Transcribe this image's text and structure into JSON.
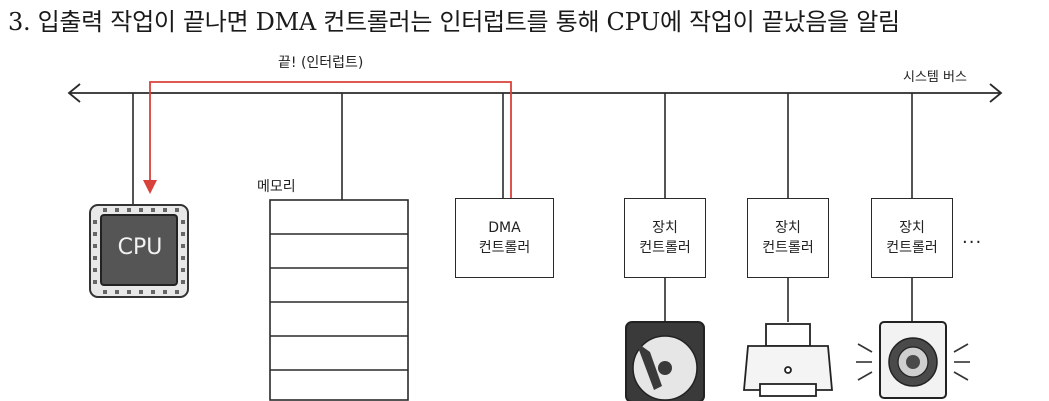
{
  "caption": "3. 입출력 작업이 끝나면 DMA 컨트롤러는 인터럽트를 통해 CPU에 작업이 끝났음을 알림",
  "interrupt_label": "끝! (인터럽트)",
  "bus_label": "시스템 버스",
  "cpu_label": "CPU",
  "memory_label": "메모리",
  "dma": {
    "line1": "DMA",
    "line2": "컨트롤러"
  },
  "device_controllers": [
    {
      "line1": "장치",
      "line2": "컨트롤러",
      "device_icon": "hard-disk-icon"
    },
    {
      "line1": "장치",
      "line2": "컨트롤러",
      "device_icon": "printer-icon"
    },
    {
      "line1": "장치",
      "line2": "컨트롤러",
      "device_icon": "speaker-icon"
    }
  ],
  "ellipsis": "···",
  "colors": {
    "interrupt": "#d9423a",
    "line": "#2a2a2a",
    "chip": "#555555"
  }
}
